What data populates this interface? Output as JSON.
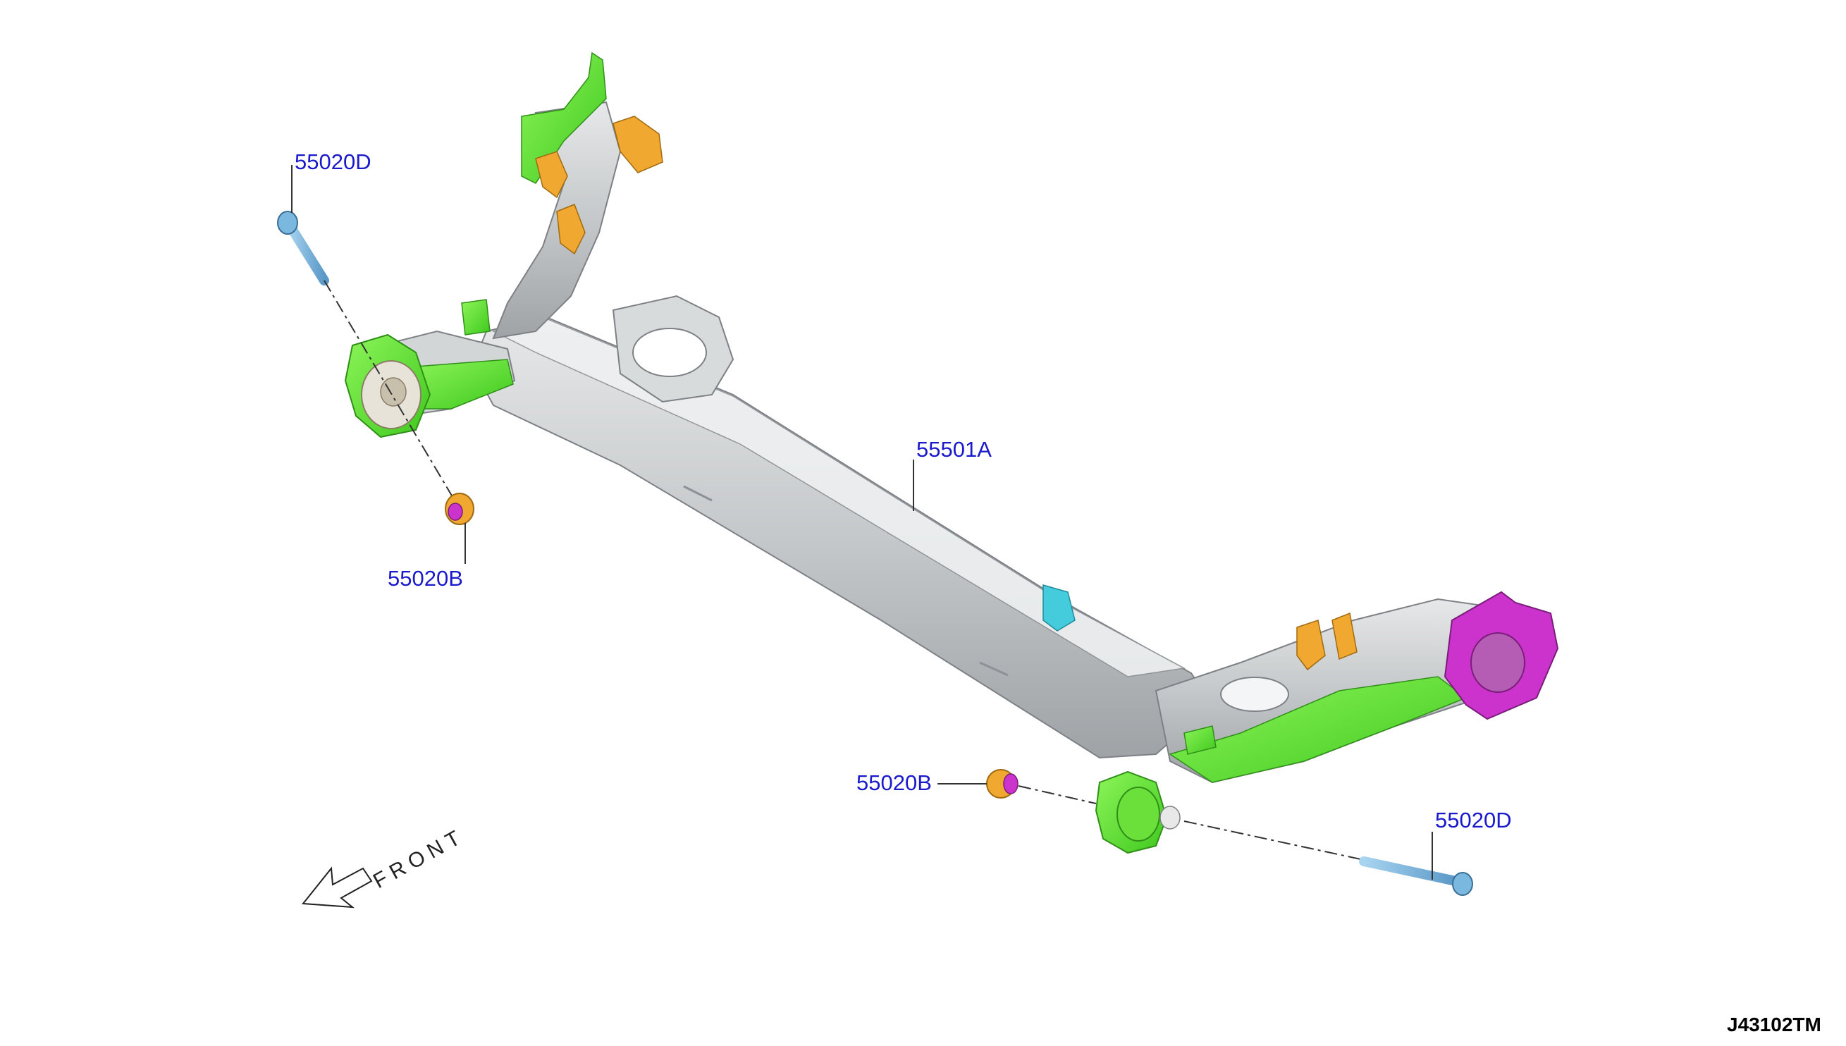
{
  "diagram": {
    "parts": [
      {
        "id": "bolt-left",
        "label": "55020D"
      },
      {
        "id": "bushing-left",
        "label": "55020B"
      },
      {
        "id": "beam",
        "label": "55501A"
      },
      {
        "id": "bushing-right",
        "label": "55020B"
      },
      {
        "id": "bolt-right",
        "label": "55020D"
      }
    ],
    "direction_label": "FRONT",
    "drawing_code": "J43102TM",
    "colors": {
      "beam": "#c8cbcc",
      "bushing": "#66ee33",
      "bracket": "#f0a830",
      "flange": "#cc33cc",
      "bolt": "#7ab8e0",
      "label": "#1a1acc",
      "tab": "#44ccdd"
    }
  }
}
